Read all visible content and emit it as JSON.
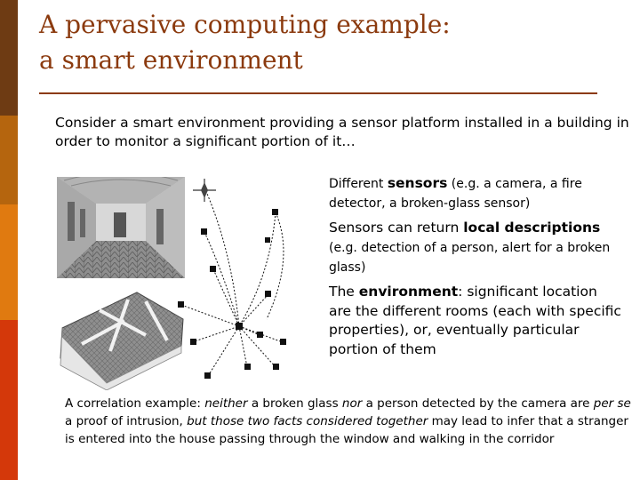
{
  "title": {
    "line1": "A pervasive computing example:",
    "line2": "a smart environment"
  },
  "intro_text": "Consider a smart environment providing a sensor platform installed in a building in order to monitor a significant portion of it…",
  "points": [
    {
      "pre": "Different ",
      "bold": "sensors",
      "post": " (e.g. a camera, a fire detector, a broken-glass sensor)"
    },
    {
      "pre": "Sensors can return ",
      "bold": "local descriptions",
      "post": " (e.g. detection of  a person, alert for a broken glass)"
    },
    {
      "pre": "The ",
      "bold": "environment",
      "post": ": significant location are the different rooms (each with specific properties), or, eventually particular portion of them"
    }
  ],
  "conclusion": {
    "t1": "A correlation example: ",
    "i1": "neither",
    "t2": " a broken glass ",
    "i2": "nor",
    "t3": " a person detected by the camera are ",
    "i3": "per se",
    "t4": " a proof of intrusion, ",
    "i4": "but those two facts considered together",
    "t5": " may lead to infer that a stranger is entered into the house passing through the window and walking in the corridor"
  },
  "colors": {
    "title": "#8b3a0e",
    "sidebar": [
      "#6e3b13",
      "#b5650e",
      "#e07a10",
      "#d4380a"
    ]
  },
  "icons": [
    "compass-icon",
    "sensor-node-icon"
  ]
}
